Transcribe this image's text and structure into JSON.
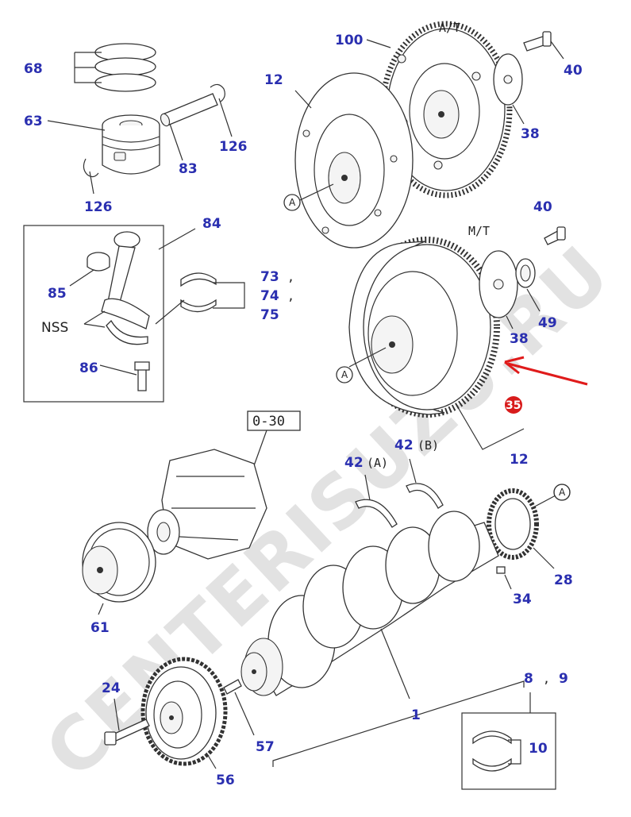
{
  "watermark": "CENTERISUZU.RU",
  "variants": {
    "automatic": "A/T",
    "manual": "M/T"
  },
  "reference_marker": "A",
  "nss_label": "NSS",
  "boxed_ref": "0-30",
  "separator": ",",
  "highlight": {
    "part": "35",
    "arrow_color": "#e01b1b",
    "badge_color": "#d81b1b"
  },
  "colors": {
    "label": "#2a2fb0",
    "line": "#333333"
  },
  "parts": {
    "p68": "68",
    "p63": "63",
    "p83": "83",
    "p126a": "126",
    "p126b": "126",
    "p84": "84",
    "p85": "85",
    "p86": "86",
    "p73": "73",
    "p74": "74",
    "p75": "75",
    "p100": "100",
    "p12a": "12",
    "p40a": "40",
    "p38a": "38",
    "p40b": "40",
    "p38b": "38",
    "p49": "49",
    "p12b": "12",
    "p42a": "42",
    "p42a_suffix": "(A)",
    "p42b": "42",
    "p42b_suffix": "(B)",
    "p28": "28",
    "p34": "34",
    "p61": "61",
    "p1": "1",
    "p24": "24",
    "p57": "57",
    "p56": "56",
    "p8": "8",
    "p9": "9",
    "p10": "10"
  }
}
